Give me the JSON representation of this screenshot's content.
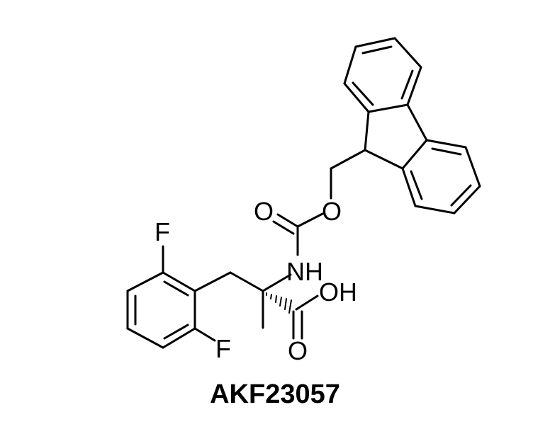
{
  "molecule": {
    "compound_id": "AKF23057",
    "atom_labels": {
      "fluorine_top": "F",
      "fluorine_bottom": "F",
      "carbonyl_oxygen_left": "O",
      "ester_oxygen": "O",
      "amine": "NH",
      "hydroxyl": "OH",
      "acid_carbonyl_oxygen": "O"
    }
  }
}
